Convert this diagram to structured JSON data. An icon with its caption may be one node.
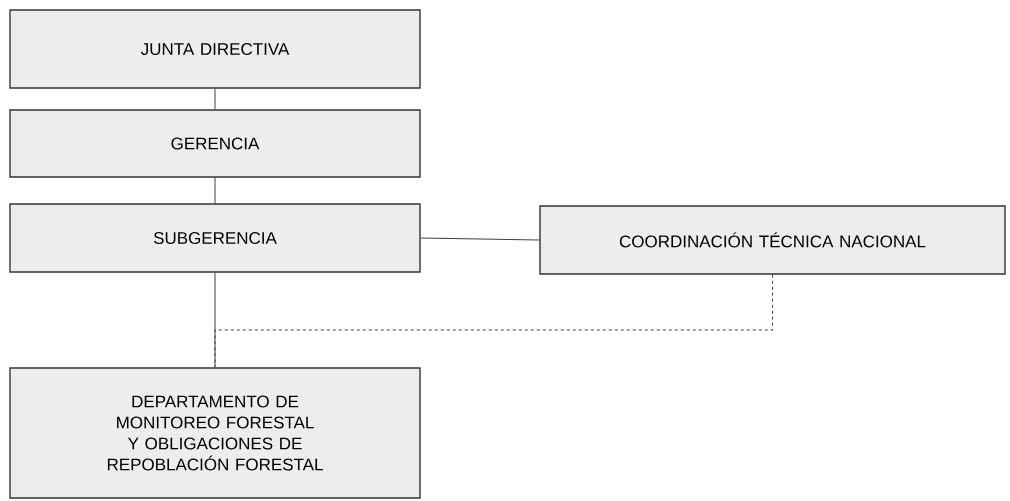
{
  "diagram": {
    "nodes": [
      {
        "text": [
          "JUNTA DIRECTIVA"
        ]
      },
      {
        "text": [
          "GERENCIA"
        ]
      },
      {
        "text": [
          "SUBGERENCIA"
        ]
      },
      {
        "text": [
          "COORDINACIÓN TÉCNICA NACIONAL"
        ]
      },
      {
        "text": [
          "DEPARTAMENTO DE MONITOREO FORESTAL Y OBLIGACIONES DE REPOBLACIÓN FORESTAL"
        ]
      }
    ],
    "edges": [
      {
        "from": 0,
        "to": 1,
        "arrow": "none"
      },
      {
        "from": 1,
        "to": 2,
        "arrow": "none"
      },
      {
        "from": 2,
        "to": 3,
        "arrow": "none"
      },
      {
        "from": 2,
        "to": 4,
        "arrow": "none"
      },
      {
        "from": 3,
        "to": 4,
        "arrow": "none",
        "style": "dashed"
      }
    ]
  }
}
